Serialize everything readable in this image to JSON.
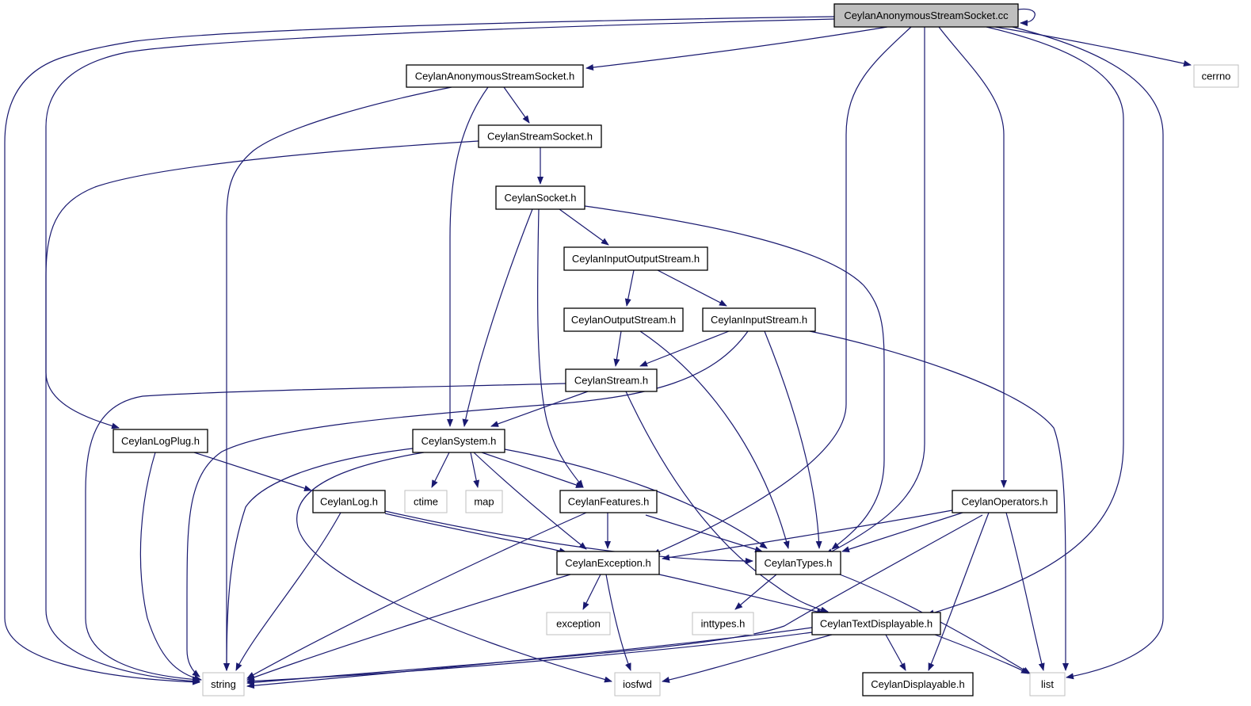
{
  "graph": {
    "nodes": [
      {
        "id": "root",
        "label": "CeylanAnonymousStreamSocket.cc",
        "kind": "root"
      },
      {
        "id": "asock_h",
        "label": "CeylanAnonymousStreamSocket.h",
        "kind": "internal"
      },
      {
        "id": "cerrno",
        "label": "cerrno",
        "kind": "external"
      },
      {
        "id": "ssock_h",
        "label": "CeylanStreamSocket.h",
        "kind": "internal"
      },
      {
        "id": "sock_h",
        "label": "CeylanSocket.h",
        "kind": "internal"
      },
      {
        "id": "ios_h",
        "label": "CeylanInputOutputStream.h",
        "kind": "internal"
      },
      {
        "id": "out_h",
        "label": "CeylanOutputStream.h",
        "kind": "internal"
      },
      {
        "id": "in_h",
        "label": "CeylanInputStream.h",
        "kind": "internal"
      },
      {
        "id": "stream_h",
        "label": "CeylanStream.h",
        "kind": "internal"
      },
      {
        "id": "logplug_h",
        "label": "CeylanLogPlug.h",
        "kind": "internal"
      },
      {
        "id": "system_h",
        "label": "CeylanSystem.h",
        "kind": "internal"
      },
      {
        "id": "ctime",
        "label": "ctime",
        "kind": "external"
      },
      {
        "id": "map",
        "label": "map",
        "kind": "external"
      },
      {
        "id": "log_h",
        "label": "CeylanLog.h",
        "kind": "internal"
      },
      {
        "id": "features_h",
        "label": "CeylanFeatures.h",
        "kind": "internal"
      },
      {
        "id": "operators_h",
        "label": "CeylanOperators.h",
        "kind": "internal"
      },
      {
        "id": "exception_h",
        "label": "CeylanException.h",
        "kind": "internal"
      },
      {
        "id": "types_h",
        "label": "CeylanTypes.h",
        "kind": "internal"
      },
      {
        "id": "exception",
        "label": "exception",
        "kind": "external"
      },
      {
        "id": "inttypes",
        "label": "inttypes.h",
        "kind": "external"
      },
      {
        "id": "textdisp_h",
        "label": "CeylanTextDisplayable.h",
        "kind": "internal"
      },
      {
        "id": "string",
        "label": "string",
        "kind": "external"
      },
      {
        "id": "iosfwd",
        "label": "iosfwd",
        "kind": "external"
      },
      {
        "id": "disp_h",
        "label": "CeylanDisplayable.h",
        "kind": "internal"
      },
      {
        "id": "list",
        "label": "list",
        "kind": "external"
      }
    ],
    "edges": [
      {
        "from": "root",
        "to": "root"
      },
      {
        "from": "root",
        "to": "string"
      },
      {
        "from": "root",
        "to": "logplug_h"
      },
      {
        "from": "root",
        "to": "asock_h"
      },
      {
        "from": "root",
        "to": "exception_h"
      },
      {
        "from": "root",
        "to": "types_h"
      },
      {
        "from": "root",
        "to": "operators_h"
      },
      {
        "from": "root",
        "to": "textdisp_h"
      },
      {
        "from": "root",
        "to": "list"
      },
      {
        "from": "root",
        "to": "cerrno"
      },
      {
        "from": "asock_h",
        "to": "string"
      },
      {
        "from": "asock_h",
        "to": "system_h"
      },
      {
        "from": "asock_h",
        "to": "ssock_h"
      },
      {
        "from": "ssock_h",
        "to": "string"
      },
      {
        "from": "ssock_h",
        "to": "sock_h"
      },
      {
        "from": "sock_h",
        "to": "system_h"
      },
      {
        "from": "sock_h",
        "to": "features_h"
      },
      {
        "from": "sock_h",
        "to": "ios_h"
      },
      {
        "from": "sock_h",
        "to": "types_h"
      },
      {
        "from": "ios_h",
        "to": "out_h"
      },
      {
        "from": "ios_h",
        "to": "in_h"
      },
      {
        "from": "out_h",
        "to": "stream_h"
      },
      {
        "from": "out_h",
        "to": "types_h"
      },
      {
        "from": "in_h",
        "to": "stream_h"
      },
      {
        "from": "in_h",
        "to": "string"
      },
      {
        "from": "in_h",
        "to": "types_h"
      },
      {
        "from": "in_h",
        "to": "list"
      },
      {
        "from": "stream_h",
        "to": "string"
      },
      {
        "from": "stream_h",
        "to": "system_h"
      },
      {
        "from": "stream_h",
        "to": "textdisp_h"
      },
      {
        "from": "logplug_h",
        "to": "string"
      },
      {
        "from": "logplug_h",
        "to": "log_h"
      },
      {
        "from": "system_h",
        "to": "string"
      },
      {
        "from": "system_h",
        "to": "iosfwd"
      },
      {
        "from": "system_h",
        "to": "ctime"
      },
      {
        "from": "system_h",
        "to": "map"
      },
      {
        "from": "system_h",
        "to": "features_h"
      },
      {
        "from": "system_h",
        "to": "exception_h"
      },
      {
        "from": "system_h",
        "to": "types_h"
      },
      {
        "from": "log_h",
        "to": "string"
      },
      {
        "from": "log_h",
        "to": "exception_h"
      },
      {
        "from": "log_h",
        "to": "types_h"
      },
      {
        "from": "features_h",
        "to": "string"
      },
      {
        "from": "features_h",
        "to": "exception_h"
      },
      {
        "from": "features_h",
        "to": "types_h"
      },
      {
        "from": "operators_h",
        "to": "exception_h"
      },
      {
        "from": "operators_h",
        "to": "types_h"
      },
      {
        "from": "operators_h",
        "to": "string"
      },
      {
        "from": "operators_h",
        "to": "disp_h"
      },
      {
        "from": "operators_h",
        "to": "list"
      },
      {
        "from": "exception_h",
        "to": "string"
      },
      {
        "from": "exception_h",
        "to": "exception"
      },
      {
        "from": "exception_h",
        "to": "iosfwd"
      },
      {
        "from": "exception_h",
        "to": "textdisp_h"
      },
      {
        "from": "types_h",
        "to": "inttypes"
      },
      {
        "from": "types_h",
        "to": "list"
      },
      {
        "from": "textdisp_h",
        "to": "string"
      },
      {
        "from": "textdisp_h",
        "to": "iosfwd"
      },
      {
        "from": "textdisp_h",
        "to": "disp_h"
      },
      {
        "from": "textdisp_h",
        "to": "list"
      }
    ]
  },
  "colors": {
    "edge": "#191970",
    "root_fill": "#bfbfbf",
    "internal_border": "#000000",
    "external_border": "#bfbfbf",
    "text": "#000000"
  }
}
